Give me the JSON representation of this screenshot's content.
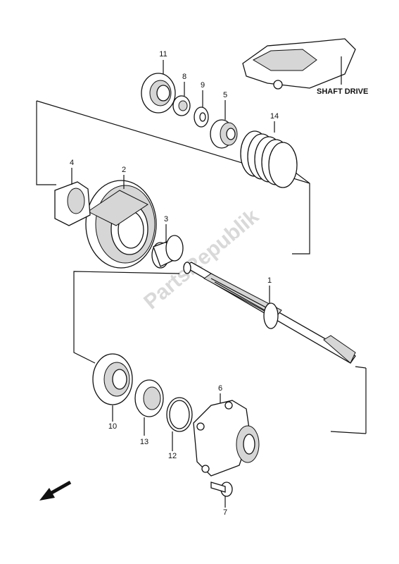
{
  "caption": "SHAFT DRIVE",
  "watermark": "PartsRepublik",
  "callouts": {
    "p1": "1",
    "p2": "2",
    "p3": "3",
    "p4": "4",
    "p5": "5",
    "p6": "6",
    "p7": "7",
    "p8": "8",
    "p9": "9",
    "p10": "10",
    "p11": "11",
    "p12": "12",
    "p13": "13",
    "p14": "14"
  },
  "icons": {
    "direction_arrow": "front-direction-arrow-icon"
  }
}
